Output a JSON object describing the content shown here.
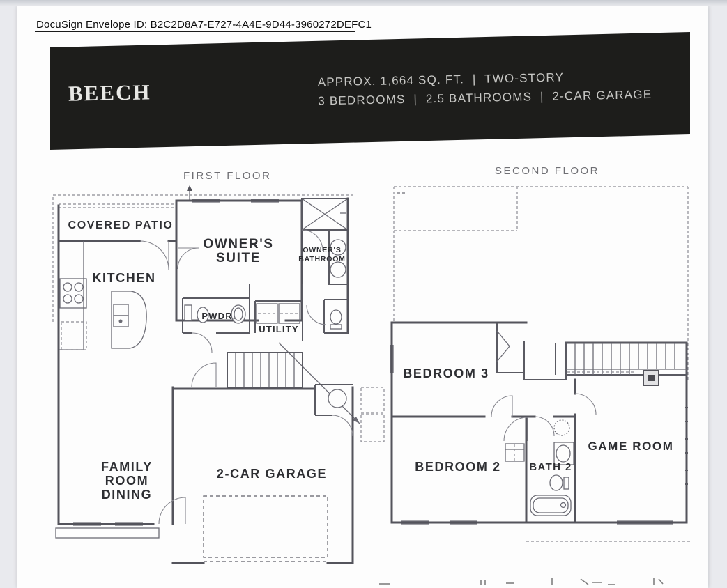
{
  "colors": {
    "viewer_bg": "#e9eaee",
    "page_bg": "#fdfdfd",
    "banner_bg": "#1d1d1b",
    "banner_text": "#c7c7c4",
    "plan_line": "#54545c",
    "label_text": "#2e2f33"
  },
  "docusign": {
    "envelope_line": "DocuSign Envelope ID: B2C2D8A7-E727-4A4E-9D44-3960272DEFC1"
  },
  "banner": {
    "plan_name": "BEECH",
    "spec_line1": "APPROX. 1,664 SQ. FT.  |  TWO-STORY",
    "spec_line2": "3 BEDROOMS  |  2.5 BATHROOMS  |  2-CAR GARAGE"
  },
  "floors": {
    "first": {
      "title": "FIRST FLOOR",
      "labels": {
        "covered_patio": "COVERED PATIO",
        "owners_suite": [
          "OWNER'S",
          "SUITE"
        ],
        "owners_bathroom": [
          "OWNER'S",
          "BATHROOM"
        ],
        "kitchen": "KITCHEN",
        "powder": "PWDR.",
        "utility": "UTILITY",
        "family_room": [
          "FAMILY",
          "ROOM",
          "DINING"
        ],
        "garage": "2-CAR GARAGE"
      }
    },
    "second": {
      "title": "SECOND FLOOR",
      "labels": {
        "bedroom3": "BEDROOM 3",
        "bedroom2": "BEDROOM 2",
        "bath2": "BATH 2",
        "game_room": "GAME ROOM"
      }
    }
  }
}
